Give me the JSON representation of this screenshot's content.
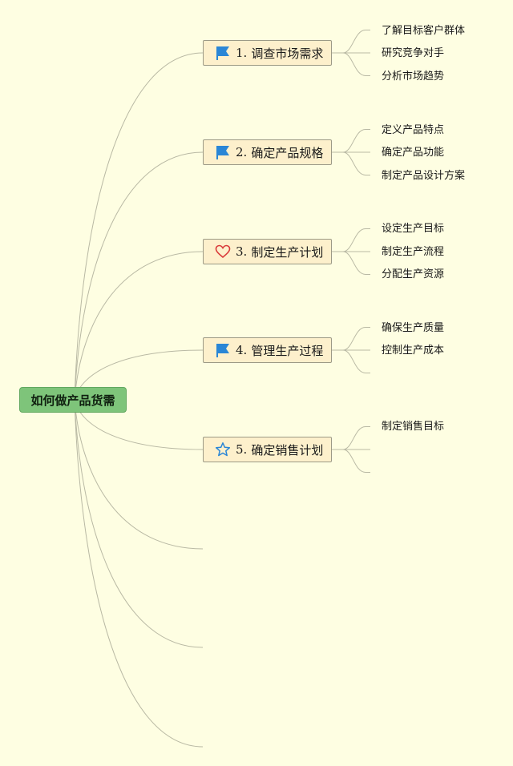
{
  "root": {
    "label": "如何做产品货需"
  },
  "branches": [
    {
      "number": "1.",
      "label": "调查市场需求",
      "icon": "flag-icon",
      "icon_color": "#2a86d6",
      "children": [
        "了解目标客户群体",
        "研究竞争对手",
        "分析市场趋势"
      ],
      "empty_slots": 0
    },
    {
      "number": "2.",
      "label": "确定产品规格",
      "icon": "flag-icon",
      "icon_color": "#2a86d6",
      "children": [
        "定义产品特点",
        "确定产品功能",
        "制定产品设计方案"
      ],
      "empty_slots": 0
    },
    {
      "number": "3.",
      "label": "制定生产计划",
      "icon": "heart-icon",
      "icon_color": "#d93a3a",
      "children": [
        "设定生产目标",
        "制定生产流程",
        "分配生产资源"
      ],
      "empty_slots": 0
    },
    {
      "number": "4.",
      "label": "管理生产过程",
      "icon": "flag-icon",
      "icon_color": "#2a86d6",
      "children": [
        "确保生产质量",
        "控制生产成本"
      ],
      "empty_slots": 1
    },
    {
      "number": "5.",
      "label": "确定销售计划",
      "icon": "star-icon",
      "icon_color": "#2a86d6",
      "children": [
        "制定销售目标"
      ],
      "empty_slots": 2
    }
  ],
  "empty_branches": 3,
  "colors": {
    "background": "#fefee2",
    "root_fill": "#7ec47a",
    "branch_fill": "#fdf0cc",
    "connector": "#b9b9a4"
  }
}
